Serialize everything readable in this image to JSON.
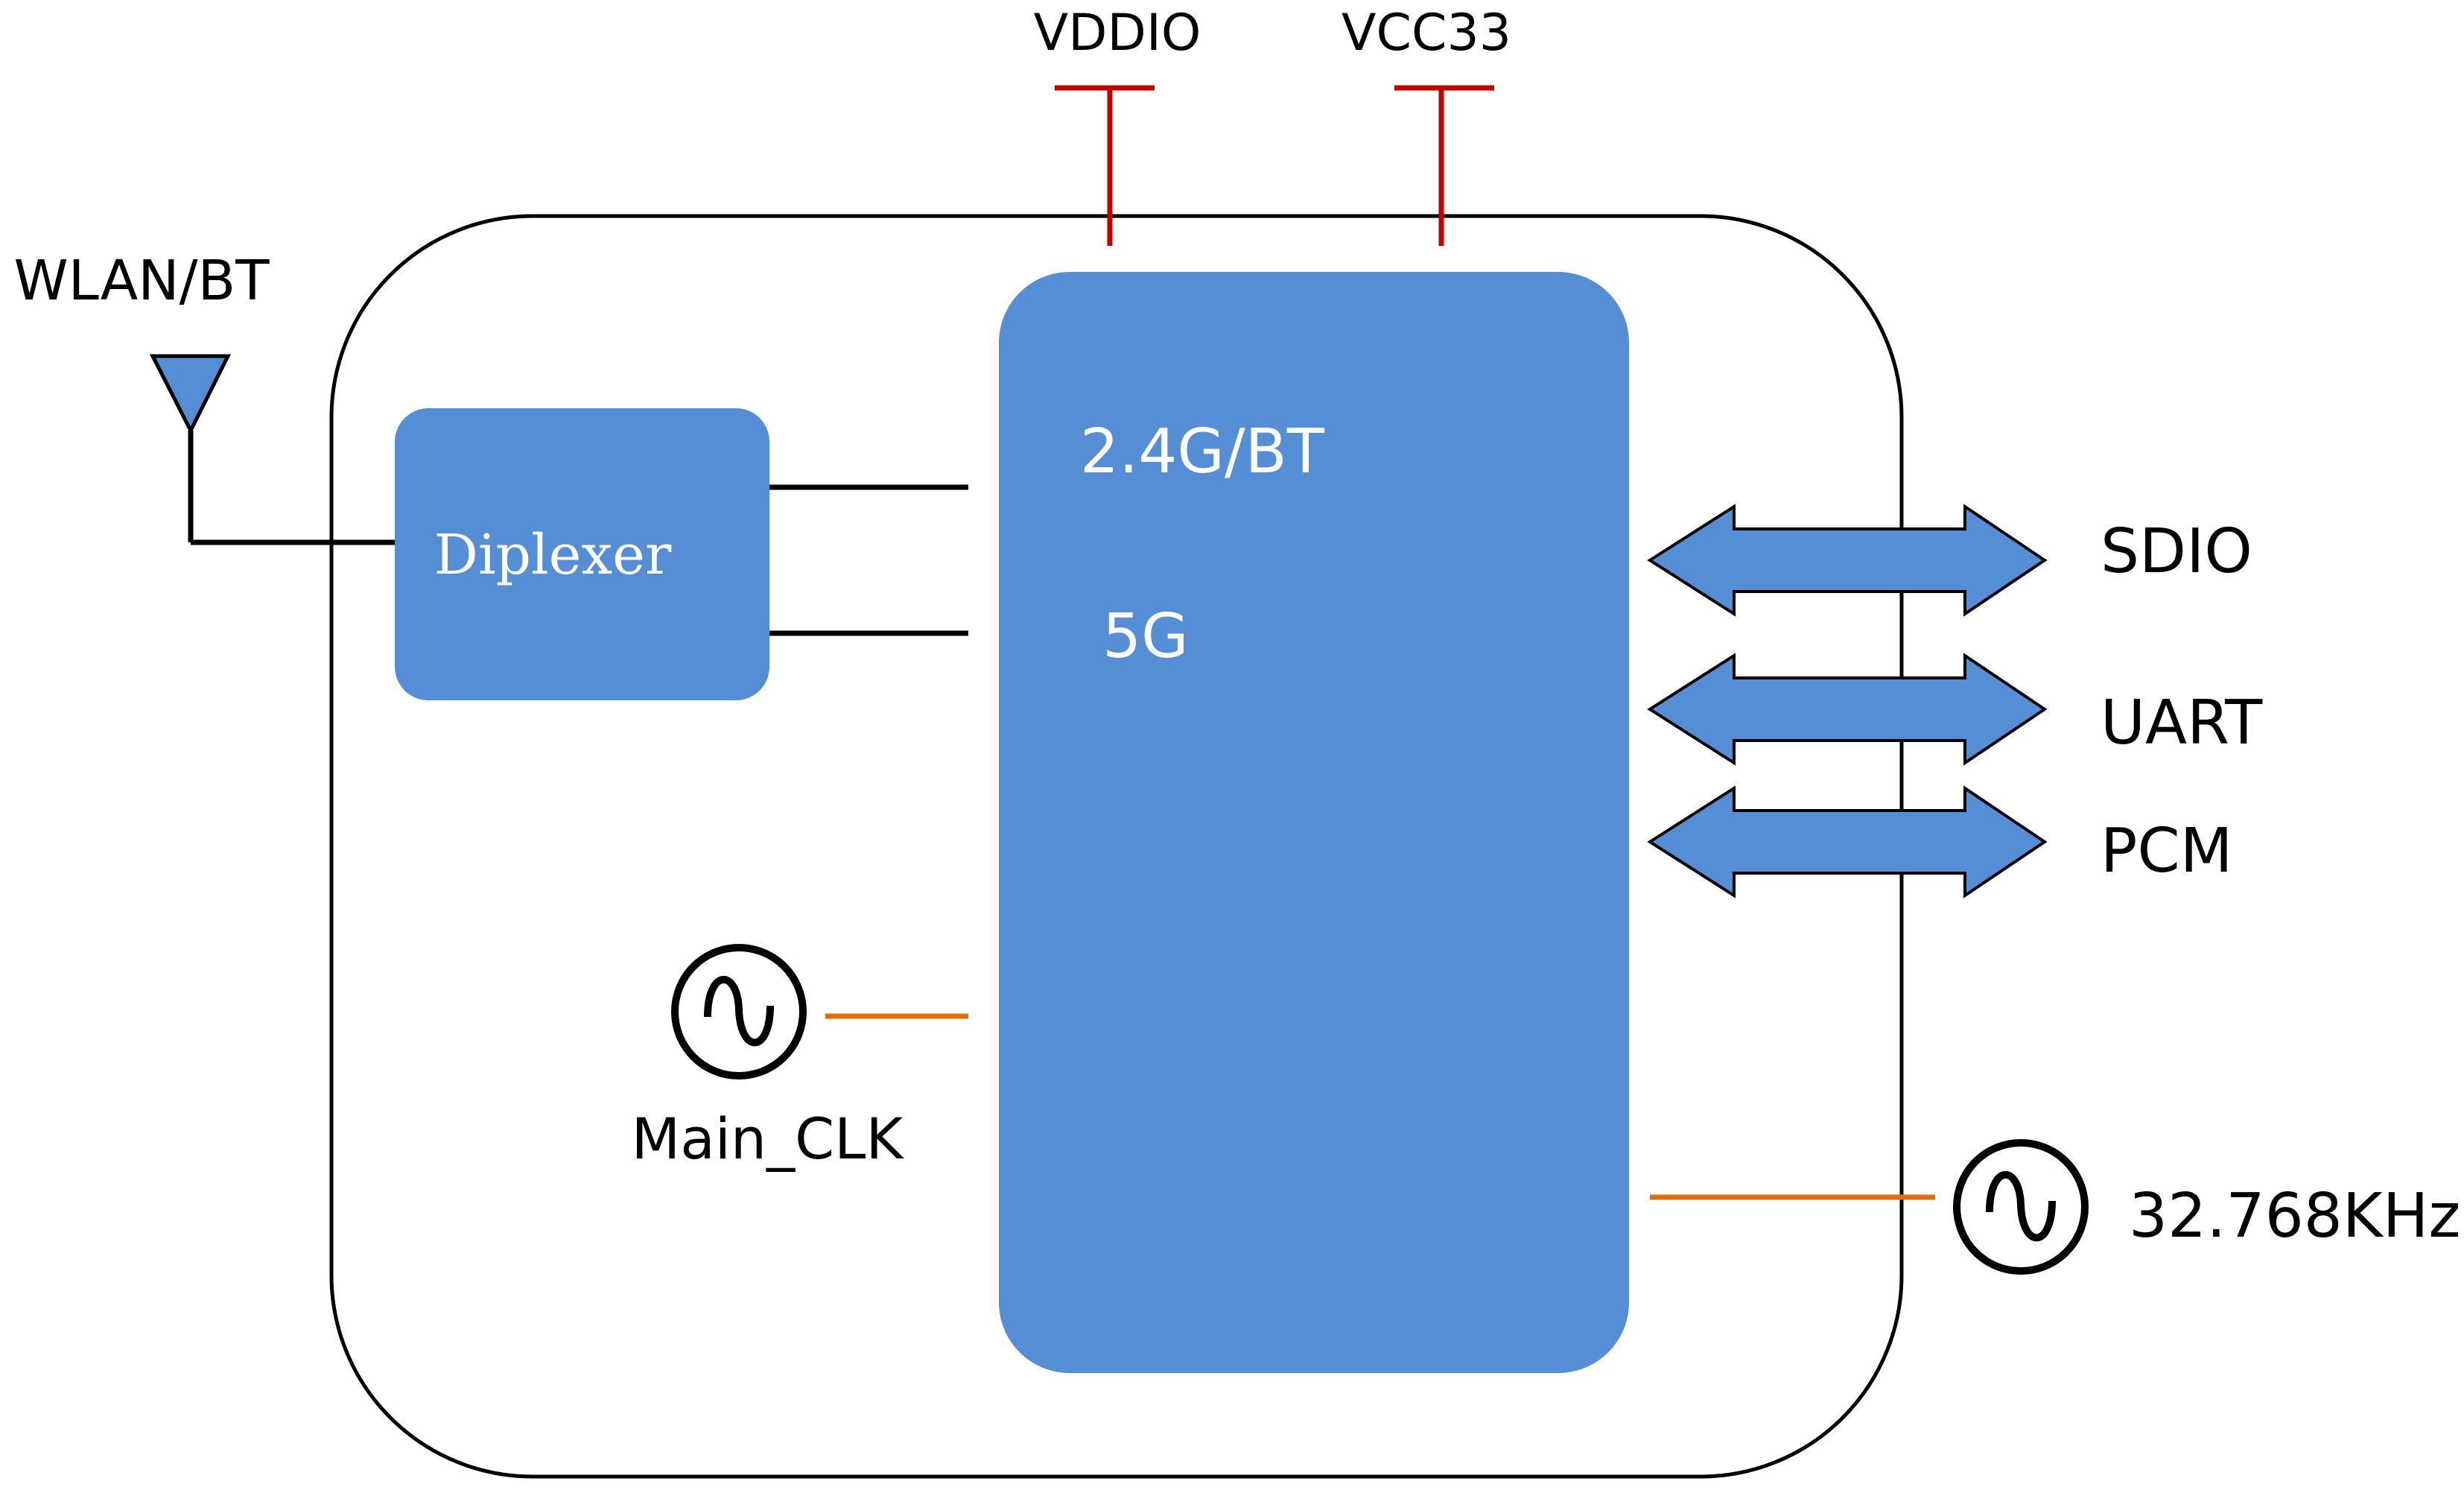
{
  "diagram": {
    "power": {
      "vddio": "VDDIO",
      "vcc33": "VCC33"
    },
    "antenna_label": "WLAN/BT",
    "diplexer_label": "Diplexer",
    "chip": {
      "band_24g_label": "2.4G/BT",
      "band_5g_label": "5G"
    },
    "interfaces": [
      "SDIO",
      "UART",
      "PCM"
    ],
    "clocks": {
      "main_clk_label": "Main_CLK",
      "rtc_label": "32.768KHz"
    },
    "colors": {
      "chip_fill": "#558ed5",
      "power_line": "#c00000",
      "clock_line": "#e46c0a",
      "outline": "#000000"
    }
  }
}
